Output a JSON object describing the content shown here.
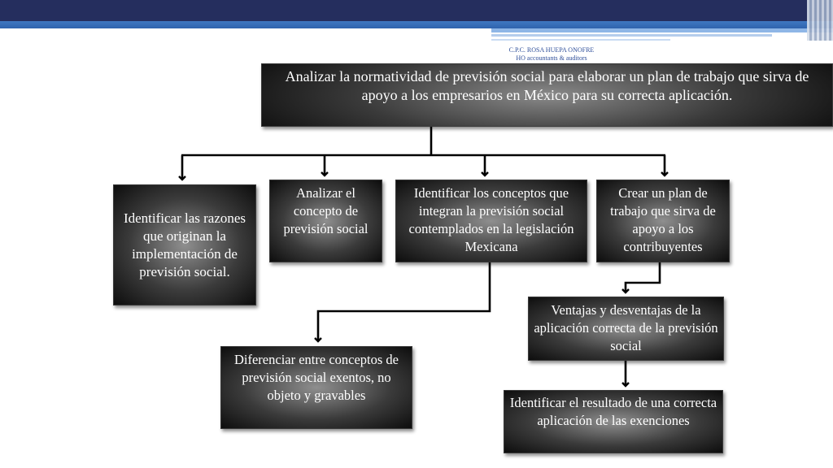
{
  "header": {
    "author_line1": "C.P.C. ROSA HUEPA ONOFRE",
    "author_line2": "HO accountants & auditors"
  },
  "diagram": {
    "objective": "Analizar la normatividad  de previsión social para elaborar un plan de trabajo que sirva de apoyo a los empresarios en México para su correcta aplicación.",
    "nodes": {
      "identificar_razones": "Identificar las razones que originan la implementación de previsión social.",
      "analizar_concepto": "Analizar el concepto de previsión social",
      "identificar_conceptos": "Identificar  los conceptos que integran la previsión social contemplados en la legislación Mexicana",
      "crear_plan": "Crear un plan de trabajo que sirva de apoyo a los contribuyentes",
      "ventajas": "Ventajas y desventajas de la aplicación correcta de la previsión social",
      "diferenciar": "Diferenciar entre conceptos de previsión social  exentos, no objeto y gravables",
      "identificar_resultado": "Identificar el resultado de una correcta aplicación de las exenciones"
    }
  },
  "colors": {
    "banner_dark": "#252e5e",
    "banner_blue": "#3f78c2",
    "author_text": "#2f4f9a",
    "box_text": "#ffffff",
    "connector": "#000000"
  }
}
